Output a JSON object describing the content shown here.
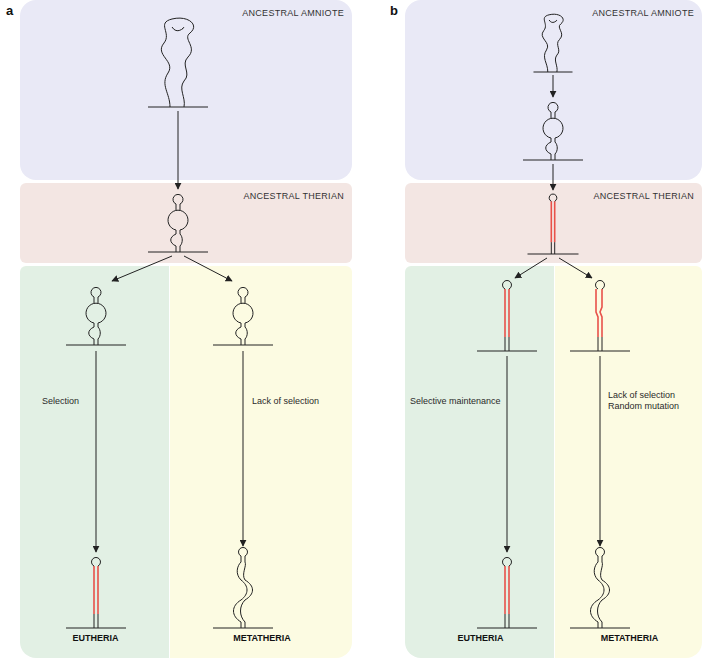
{
  "diagram": {
    "nodes": [
      {
        "text": [
          "ANCESTRAL AMNIOTE"
        ]
      },
      {
        "text": [
          "ANCESTRAL THERIAN"
        ]
      },
      {
        "text": [
          "Selection",
          "EUTHERIA"
        ]
      },
      {
        "text": [
          "Lack of selection",
          "METATHERIA"
        ]
      },
      {
        "text": [
          "ANCESTRAL AMNIOTE"
        ]
      },
      {
        "text": [
          "ANCESTRAL THERIAN"
        ]
      },
      {
        "text": [
          "Selective maintenance",
          "EUTHERIA"
        ]
      },
      {
        "text": [
          "Lack of selection Random mutation",
          "METATHERIA"
        ]
      }
    ],
    "labels": [
      "a",
      "b"
    ]
  }
}
